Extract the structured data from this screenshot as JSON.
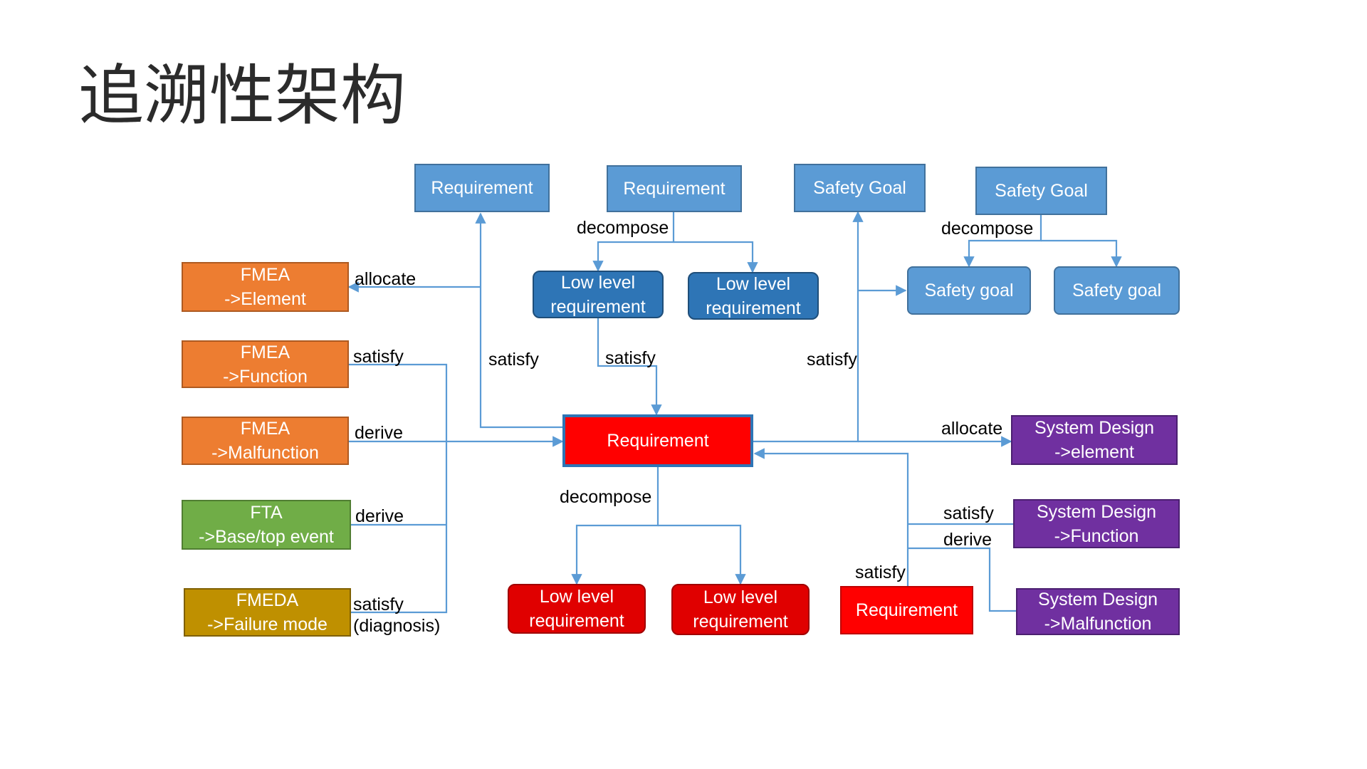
{
  "title": "追溯性架构",
  "nodes": {
    "req_top_1": "Requirement",
    "req_top_2": "Requirement",
    "sg_top_1": "Safety Goal",
    "sg_top_2": "Safety Goal",
    "llr_blue_1": "Low level\nrequirement",
    "llr_blue_2": "Low level\nrequirement",
    "sg_low_1": "Safety goal",
    "sg_low_2": "Safety goal",
    "fmea_element": "FMEA\n->Element",
    "fmea_function": "FMEA\n->Function",
    "fmea_malfunction": "FMEA\n->Malfunction",
    "fta": "FTA\n->Base/top event",
    "fmeda": "FMEDA\n->Failure mode",
    "req_center": "Requirement",
    "llr_red_1": "Low level\nrequirement",
    "llr_red_2": "Low level\nrequirement",
    "req_bottom_right": "Requirement",
    "sd_element": "System Design\n->element",
    "sd_function": "System Design\n->Function",
    "sd_malfunction": "System Design\n->Malfunction"
  },
  "labels": {
    "decompose_req": "decompose",
    "decompose_sg": "decompose",
    "allocate_fmea": "allocate",
    "satisfy_fmea_function": "satisfy",
    "derive_fmea_malfunction": "derive",
    "derive_fta": "derive",
    "satisfy_fmeda": "satisfy\n(diagnosis)",
    "satisfy_req_left": "satisfy",
    "satisfy_llr": "satisfy",
    "satisfy_sg": "satisfy",
    "decompose_center": "decompose",
    "allocate_sd": "allocate",
    "satisfy_sd_function": "satisfy",
    "derive_sd_function": "derive",
    "satisfy_req_bottom": "satisfy"
  },
  "colors": {
    "line": "#5b9bd5",
    "requirement_blue": "#5b9bd5",
    "fmea_orange": "#ed7d31",
    "fta_green": "#70ad47",
    "fmeda_gold": "#bf9000",
    "requirement_red": "#ff0000",
    "system_design_purple": "#7030a0"
  }
}
